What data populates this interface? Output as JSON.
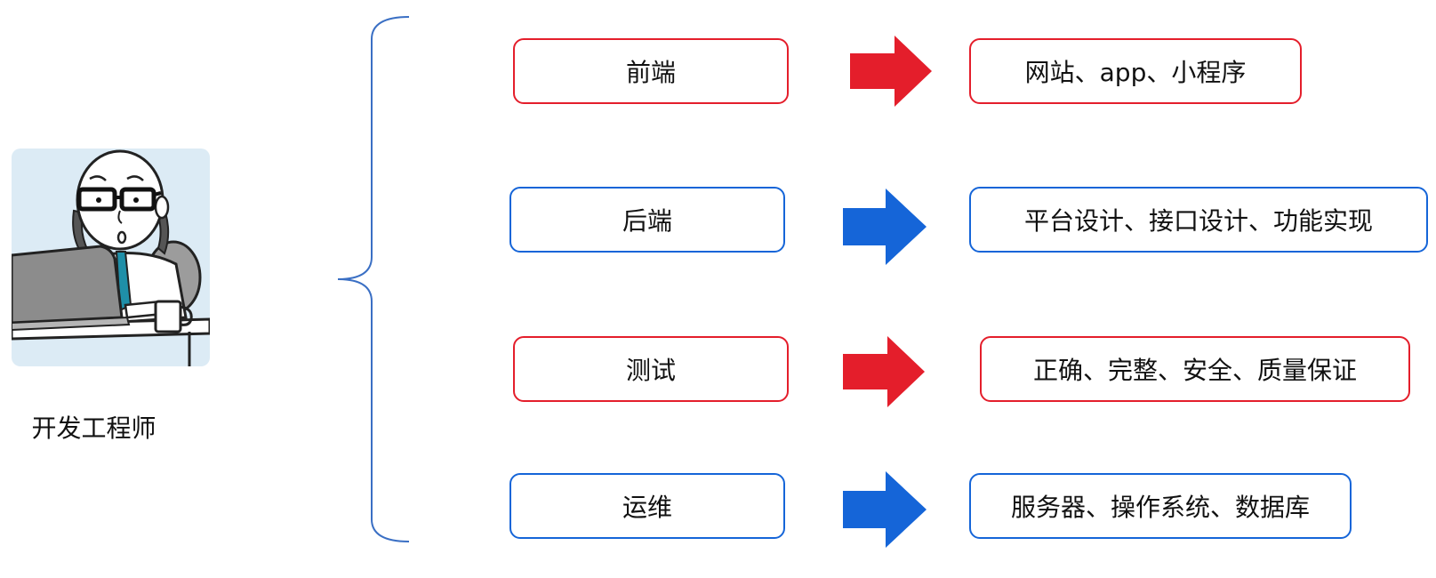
{
  "engineer": {
    "label": "开发工程师"
  },
  "branches": [
    {
      "name": "前端",
      "detail": "网站、app、小程序",
      "color": "#e41e2b"
    },
    {
      "name": "后端",
      "detail": "平台设计、接口设计、功能实现",
      "color": "#1565d8"
    },
    {
      "name": "测试",
      "detail": "正确、完整、安全、质量保证",
      "color": "#e41e2b"
    },
    {
      "name": "运维",
      "detail": "服务器、操作系统、数据库",
      "color": "#1565d8"
    }
  ],
  "colors": {
    "red": "#e41e2b",
    "blue": "#1565d8",
    "brace": "#3a6fc4"
  },
  "icons": [
    "engineer-avatar-icon",
    "arrow-right-icon"
  ]
}
